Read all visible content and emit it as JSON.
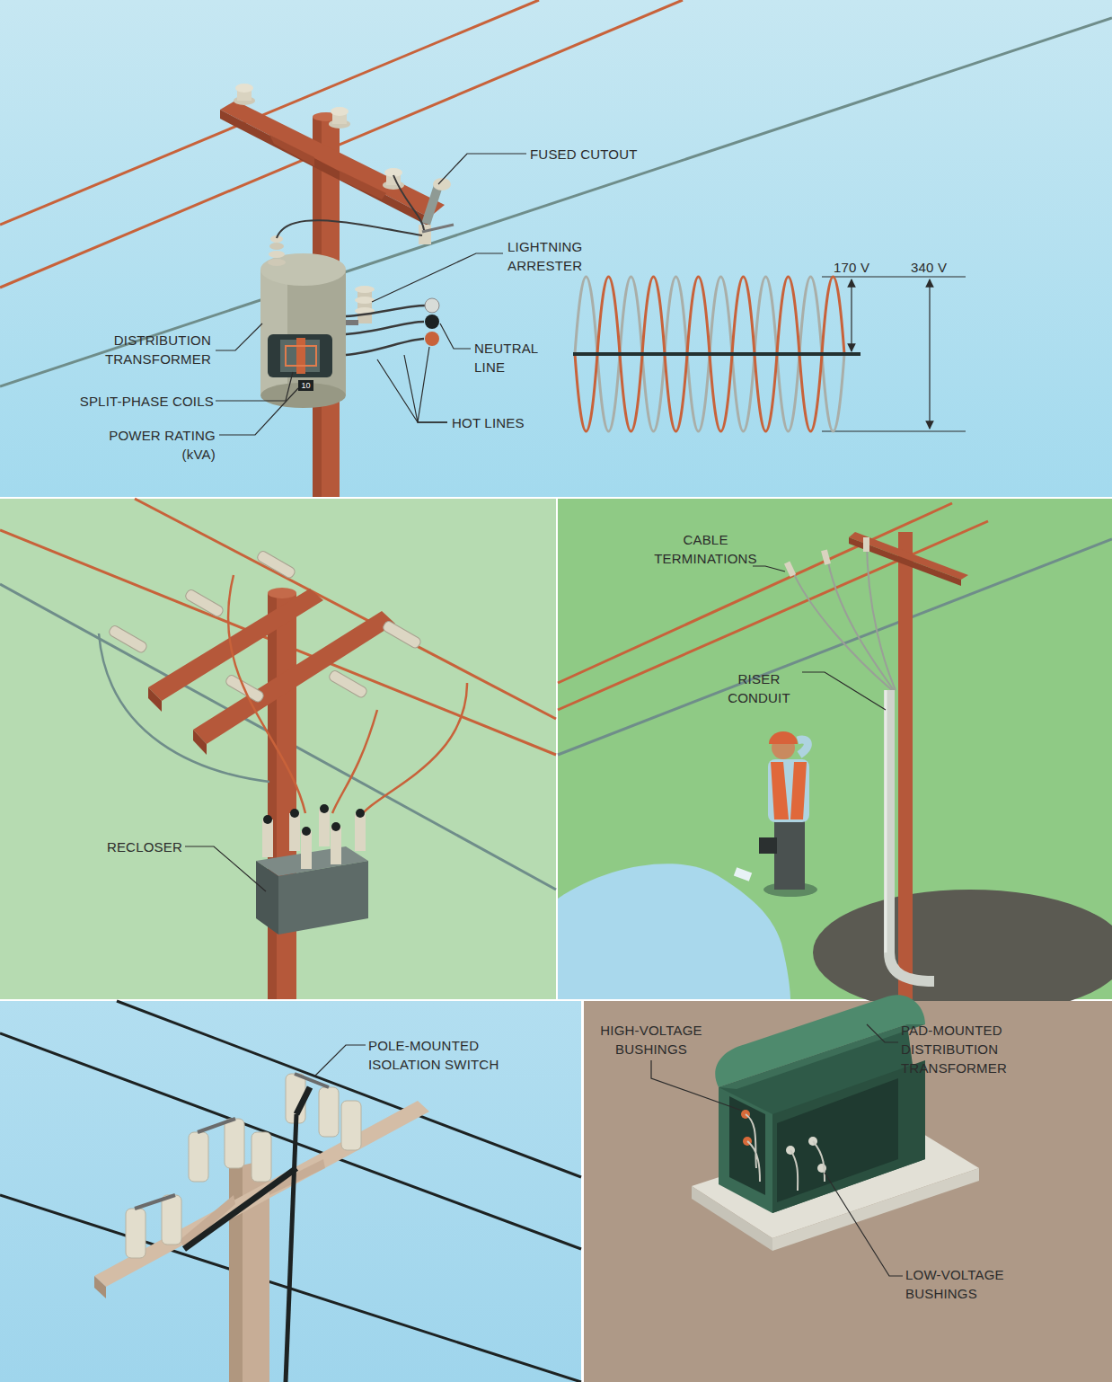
{
  "diagram": {
    "labels": [
      "FUSED CUTOUT",
      "LIGHTNING ARRESTER",
      "170 V",
      "340 V",
      "DISTRIBUTION TRANSFORMER",
      "NEUTRAL LINE",
      "SPLIT-PHASE COILS",
      "POWER RATING (kVA)",
      "HOT LINES",
      "10",
      "RECLOSER",
      "CABLE TERMINATIONS",
      "RISER CONDUIT",
      "POLE-MOUNTED ISOLATION SWITCH",
      "HIGH-VOLTAGE BUSHINGS",
      "PAD-MOUNTED DISTRIBUTION TRANSFORMER",
      "LOW-VOLTAGE BUSHINGS"
    ]
  }
}
